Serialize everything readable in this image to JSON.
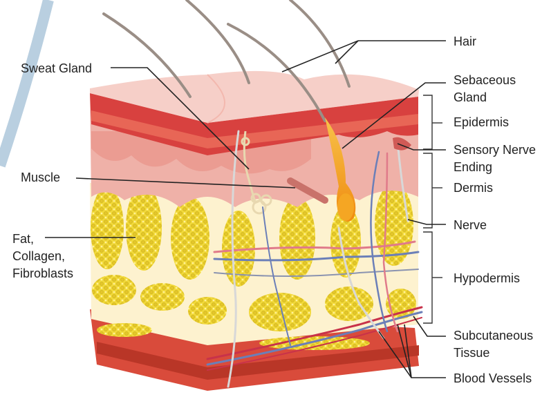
{
  "colors": {
    "fat": "#f2d93a",
    "fat_dark": "#c9b018",
    "epidermis_red": "#d8413f",
    "dermis_pink": "#efb1a8",
    "surface_pink": "#f6cfc8",
    "muscle_base": "#d94b3b",
    "blood_red": "#c8324a",
    "blood_blue": "#6b7fb8",
    "nerve": "#d8d8d8",
    "gland_orange": "#f5a623",
    "ring": "#b9cfe0"
  },
  "labels": {
    "hair": "Hair",
    "sweat_gland": "Sweat Gland",
    "sebaceous_gland_1": "Sebaceous",
    "sebaceous_gland_2": "Gland",
    "epidermis": "Epidermis",
    "sensory_nerve_1": "Sensory Nerve",
    "sensory_nerve_2": "Ending",
    "muscle": "Muscle",
    "dermis": "Dermis",
    "fat_1": "Fat,",
    "fat_2": "Collagen,",
    "fat_3": "Fibroblasts",
    "nerve": "Nerve",
    "hypodermis": "Hypodermis",
    "subcutaneous_1": "Subcutaneous",
    "subcutaneous_2": "Tissue",
    "blood_vessels": "Blood Vessels"
  }
}
